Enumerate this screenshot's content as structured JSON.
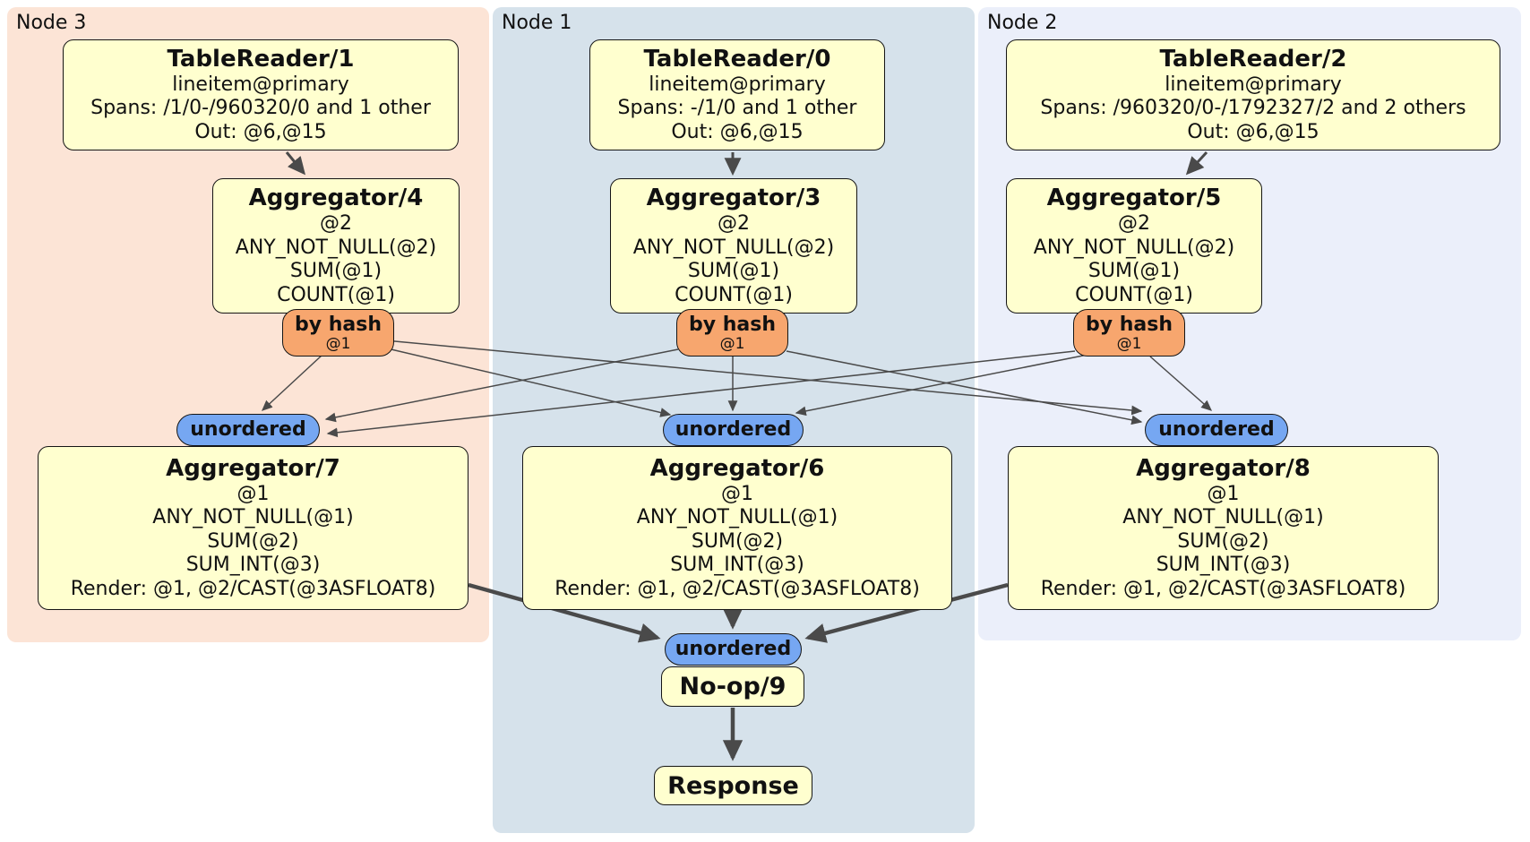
{
  "diagram": {
    "regions": {
      "node3": {
        "label": "Node 3",
        "color": "#fce4d6"
      },
      "node1": {
        "label": "Node 1",
        "color": "#d6e2eb"
      },
      "node2": {
        "label": "Node 2",
        "color": "#ebeffa"
      }
    },
    "processors": {
      "tr1": {
        "title": "TableReader/1",
        "lines": [
          "lineitem@primary",
          "Spans: /1/0-/960320/0 and 1 other",
          "Out: @6,@15"
        ]
      },
      "tr0": {
        "title": "TableReader/0",
        "lines": [
          "lineitem@primary",
          "Spans: -/1/0 and 1 other",
          "Out: @6,@15"
        ]
      },
      "tr2": {
        "title": "TableReader/2",
        "lines": [
          "lineitem@primary",
          "Spans: /960320/0-/1792327/2 and 2 others",
          "Out: @6,@15"
        ]
      },
      "agg4": {
        "title": "Aggregator/4",
        "lines": [
          "@2",
          "ANY_NOT_NULL(@2)",
          "SUM(@1)",
          "COUNT(@1)"
        ]
      },
      "agg3": {
        "title": "Aggregator/3",
        "lines": [
          "@2",
          "ANY_NOT_NULL(@2)",
          "SUM(@1)",
          "COUNT(@1)"
        ]
      },
      "agg5": {
        "title": "Aggregator/5",
        "lines": [
          "@2",
          "ANY_NOT_NULL(@2)",
          "SUM(@1)",
          "COUNT(@1)"
        ]
      },
      "agg7": {
        "title": "Aggregator/7",
        "lines": [
          "@1",
          "ANY_NOT_NULL(@1)",
          "SUM(@2)",
          "SUM_INT(@3)",
          "Render: @1, @2/CAST(@3ASFLOAT8)"
        ]
      },
      "agg6": {
        "title": "Aggregator/6",
        "lines": [
          "@1",
          "ANY_NOT_NULL(@1)",
          "SUM(@2)",
          "SUM_INT(@3)",
          "Render: @1, @2/CAST(@3ASFLOAT8)"
        ]
      },
      "agg8": {
        "title": "Aggregator/8",
        "lines": [
          "@1",
          "ANY_NOT_NULL(@1)",
          "SUM(@2)",
          "SUM_INT(@3)",
          "Render: @1, @2/CAST(@3ASFLOAT8)"
        ]
      },
      "noop": {
        "title": "No-op/9"
      },
      "response": {
        "title": "Response"
      }
    },
    "routers": {
      "by_hash_label": "by hash",
      "by_hash_column": "@1",
      "unordered_label": "unordered"
    },
    "colors": {
      "processor_box_fill": "#ffffcf",
      "by_hash_pill_fill": "#f7a66e",
      "unordered_pill_fill": "#76a7f2",
      "edge_color": "#4a4a4a",
      "border_color": "#151515"
    }
  }
}
